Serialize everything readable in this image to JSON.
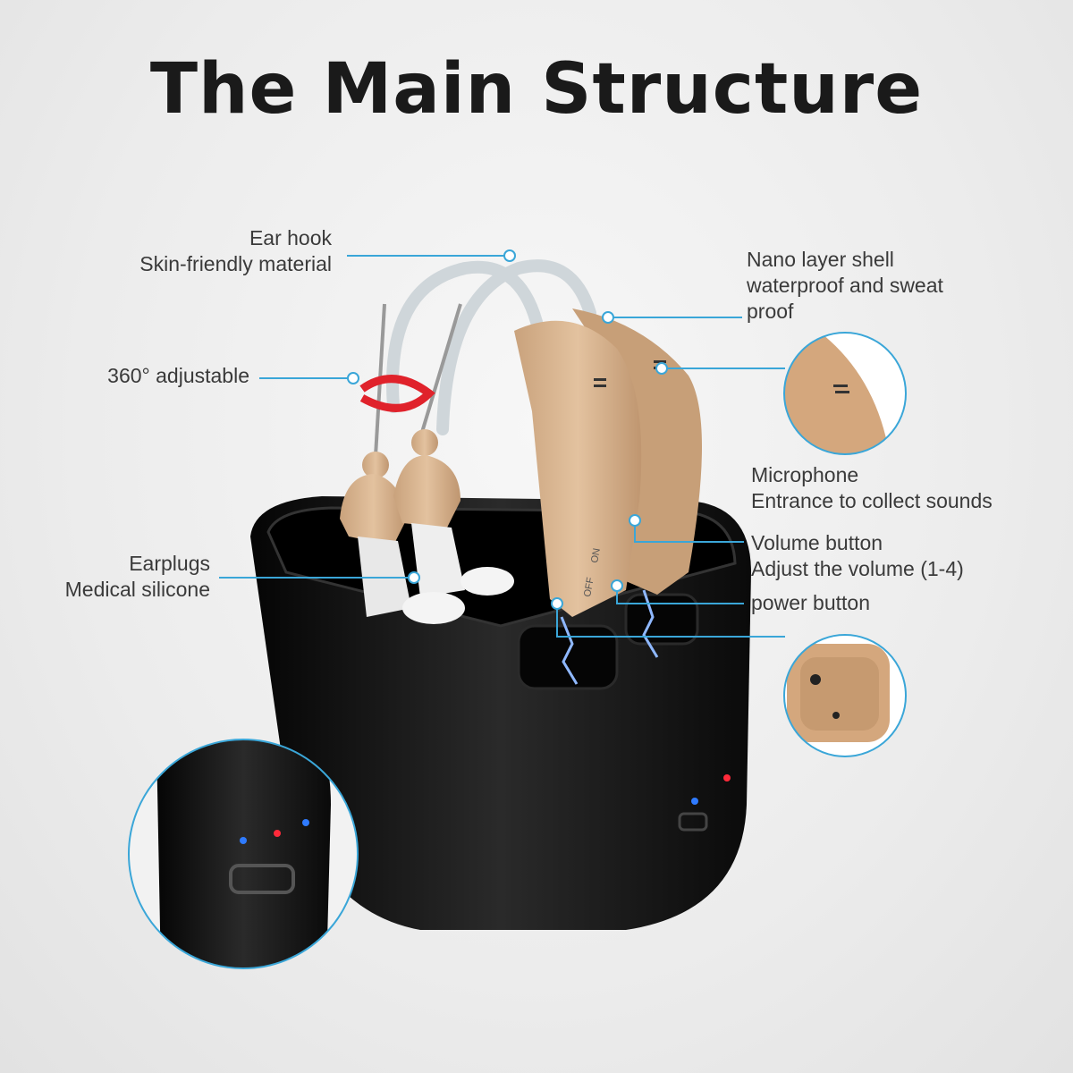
{
  "title": "The Main Structure",
  "callouts": {
    "ear_hook": {
      "line1": "Ear hook",
      "line2": "Skin-friendly material"
    },
    "adjustable": {
      "line1": "360° adjustable"
    },
    "earplugs": {
      "line1": "Earplugs",
      "line2": "Medical silicone"
    },
    "shell": {
      "line1": "Nano layer shell",
      "line2": "waterproof and sweat",
      "line3": "proof"
    },
    "microphone": {
      "line1": "Microphone",
      "line2": "Entrance to collect sounds"
    },
    "volume": {
      "line1": "Volume button",
      "line2": "Adjust the volume (1-4)"
    },
    "power": {
      "line1": "power button"
    }
  },
  "device_markings": {
    "off": "OFF",
    "on": "ON"
  },
  "colors": {
    "accent_line": "#3aa6d8",
    "device_beige": "#d9b48f",
    "case_black": "#141414",
    "led_blue": "#2f7bff",
    "led_red": "#ff2a3a"
  }
}
